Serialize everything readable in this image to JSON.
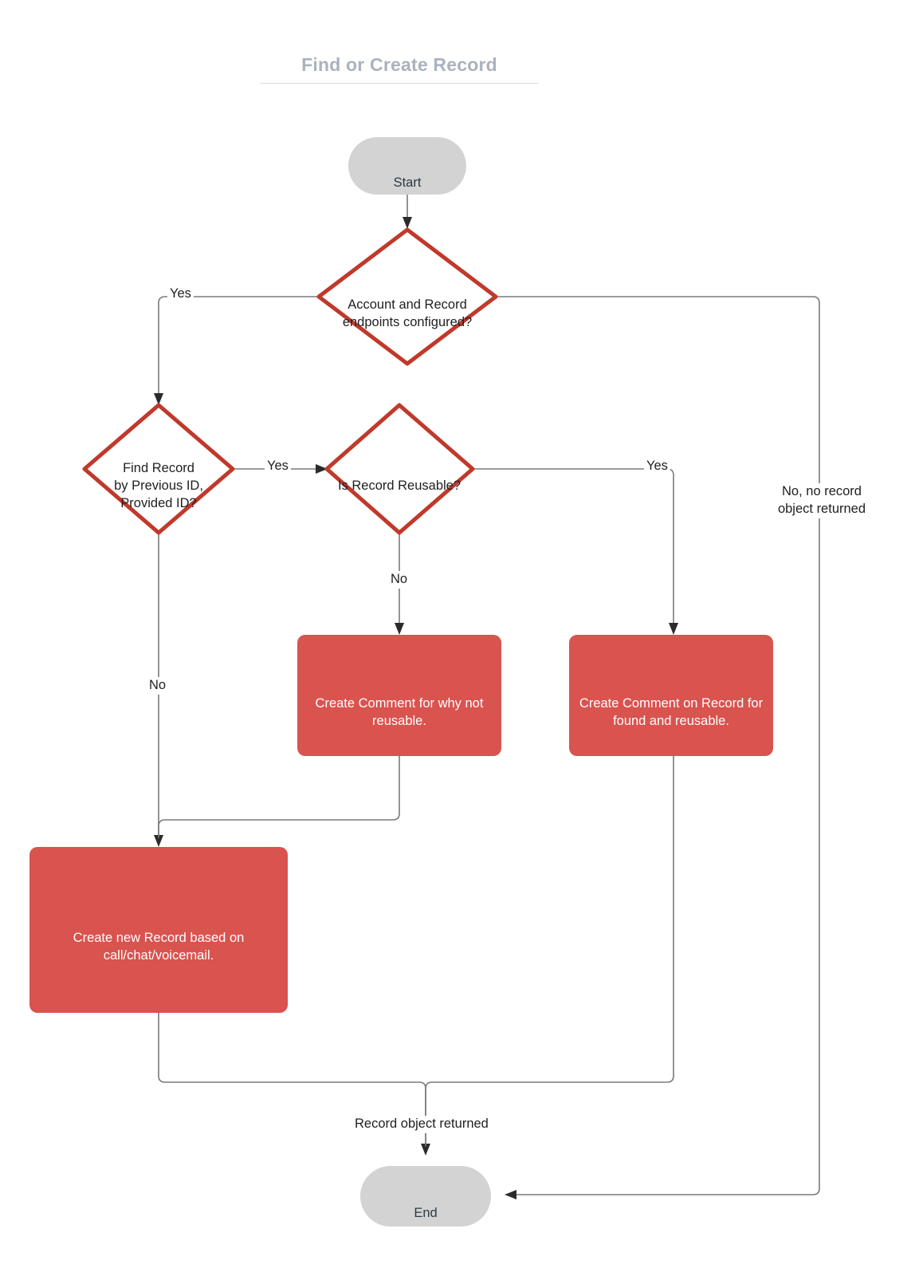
{
  "diagram": {
    "title": "Find or Create Record",
    "title_color": "#aab2bd",
    "accent_color": "#c0392b",
    "process_fill": "#d9534f",
    "terminal_fill": "#d3d3d3",
    "edge_color": "#7a7a7a"
  },
  "nodes": {
    "start": {
      "label": "Start",
      "type": "terminal"
    },
    "endpoints_configured": {
      "label": "Account and Record\nendpoints configured?",
      "type": "decision"
    },
    "find_record": {
      "label": "Find Record\nby Previous ID,\nProvided ID?",
      "type": "decision"
    },
    "is_reusable": {
      "label": "Is Record Reusable?",
      "type": "decision"
    },
    "comment_not_reusable": {
      "label": "Create Comment for why not\nreusable.",
      "type": "process"
    },
    "comment_found_reusable": {
      "label": "Create Comment on Record for\nfound and reusable.",
      "type": "process"
    },
    "create_new_record": {
      "label": "Create new Record based on\ncall/chat/voicemail.",
      "type": "process"
    },
    "end": {
      "label": "End",
      "type": "terminal"
    }
  },
  "edge_labels": {
    "configured_yes": "Yes",
    "configured_no": "No, no record\nobject returned",
    "find_yes": "Yes",
    "find_no": "No",
    "reusable_yes": "Yes",
    "reusable_no": "No",
    "record_returned": "Record object returned"
  }
}
